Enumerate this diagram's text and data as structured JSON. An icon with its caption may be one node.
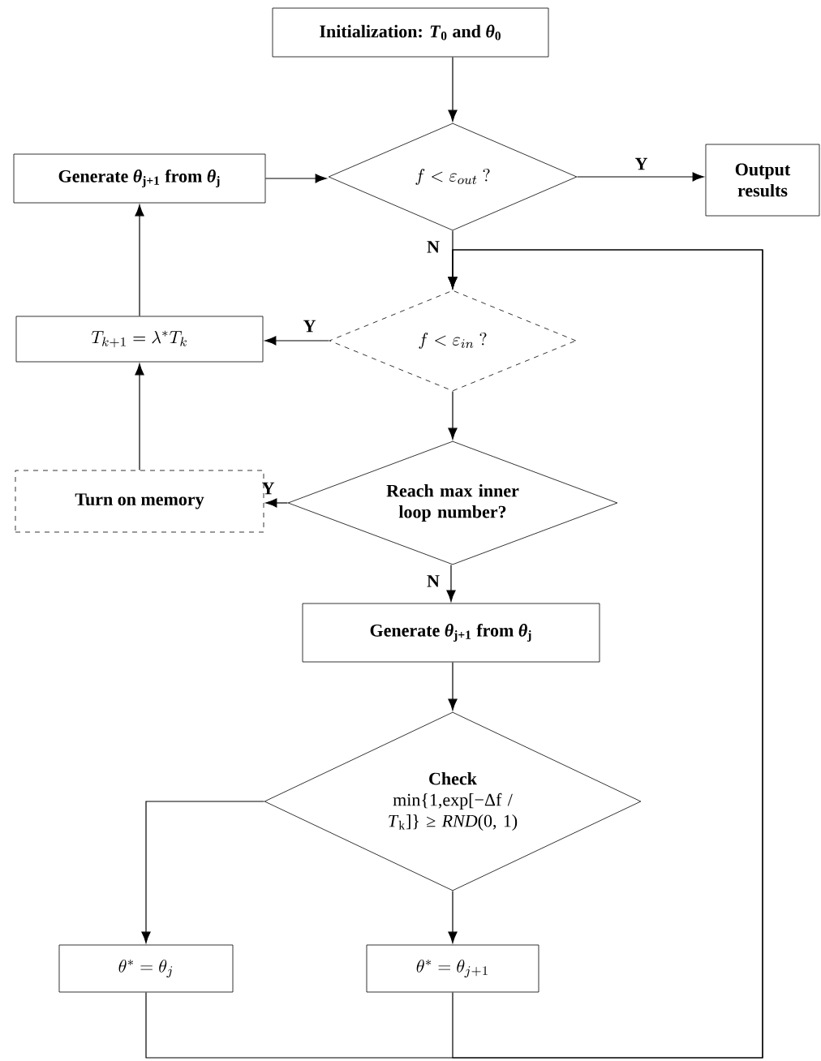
{
  "diagram": {
    "nodes": [
      {
        "text": [
          "Initialization: *T*$_{0}$ and *θ*$_{0}$"
        ]
      },
      {
        "text": [
          "f < \\varepsilon_{out}\\ ?"
        ]
      },
      {
        "text": [
          "Output results"
        ]
      },
      {
        "text": [
          "Generate *θ*$_{j+1}$ from *θ*$_{j}$"
        ]
      },
      {
        "text": [
          "f < \\varepsilon_{in}\\ ?"
        ]
      },
      {
        "text": [
          "T_{k+1} = \\lambda^{*} T_k"
        ]
      },
      {
        "text": [
          "Reach max inner loop number?"
        ]
      },
      {
        "text": [
          "Turn on memory"
        ]
      },
      {
        "text": [
          "Generate *θ*$_{j+1}$ from *θ*$_{j}$"
        ]
      },
      {
        "text": [
          "Check",
          "min{1,exp[−Δf / *T*$_{k}$]} ≥ *RND*(0, 1)"
        ]
      },
      {
        "text": [
          "\\theta^{*} = \\theta_j"
        ]
      },
      {
        "text": [
          "\\theta^{*} = \\theta_{j+1}"
        ]
      }
    ],
    "edges": [
      {
        "from": 0,
        "to": 1,
        "arrow": "to"
      },
      {
        "from": 1,
        "to": 2,
        "arrow": "to",
        "label": "Y"
      },
      {
        "from": 1,
        "to": 4,
        "arrow": "to",
        "label": "N"
      },
      {
        "from": 3,
        "to": 1,
        "arrow": "to"
      },
      {
        "from": 4,
        "to": 5,
        "arrow": "to",
        "label": "Y"
      },
      {
        "from": 5,
        "to": 3,
        "arrow": "to"
      },
      {
        "from": 4,
        "to": 6,
        "arrow": "to"
      },
      {
        "from": 6,
        "to": 7,
        "arrow": "to",
        "label": "Y"
      },
      {
        "from": 7,
        "to": 5,
        "arrow": "to"
      },
      {
        "from": 6,
        "to": 8,
        "arrow": "to",
        "label": "N"
      },
      {
        "from": 8,
        "to": 9,
        "arrow": "to"
      },
      {
        "from": 9,
        "to": 10,
        "arrow": "to"
      },
      {
        "from": 9,
        "to": 11,
        "arrow": "to"
      },
      {
        "from": 10,
        "to": 4,
        "arrow": "to"
      },
      {
        "from": 11,
        "to": 4,
        "arrow": "to"
      }
    ]
  }
}
